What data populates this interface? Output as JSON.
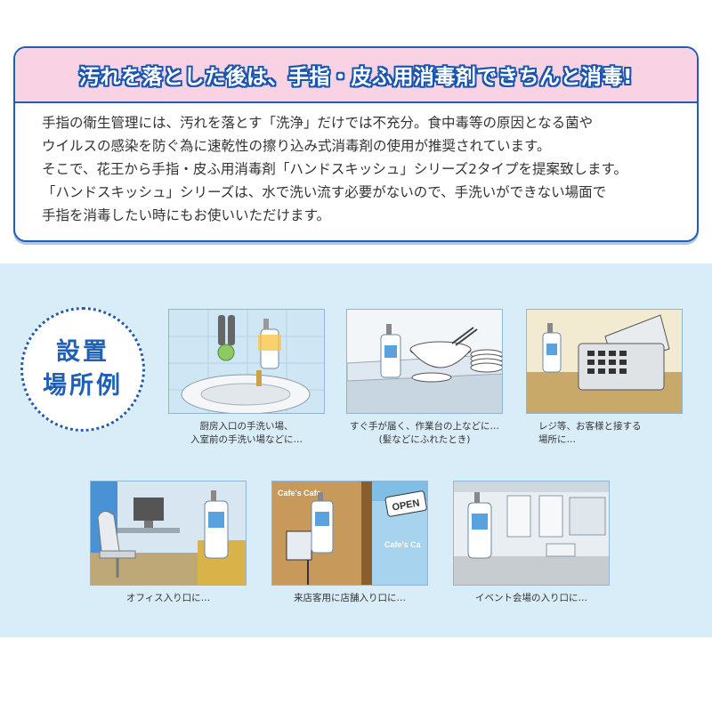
{
  "title": "汚れを落とした後は、手指・皮ふ用消毒剤できちんと消毒!",
  "body_lines": [
    "手指の衛生管理には、汚れを落とす「洗浄」だけでは不充分。食中毒等の原因となる菌や",
    "ウイルスの感染を防ぐ為に速乾性の擦り込み式消毒剤の使用が推奨されています。",
    "そこで、花王から手指・皮ふ用消毒剤「ハンドスキッシュ」シリーズ2タイプを提案致します。",
    "「ハンドスキッシュ」シリーズは、水で洗い流す必要がないので、手洗いができない場面で",
    "手指を消毒したい時にもお使いいただけます。"
  ],
  "badge": {
    "line1": "設置",
    "line2": "場所例"
  },
  "scenes": [
    {
      "caption_lines": [
        "厨房入口の手洗い場、",
        "入室前の手洗い場などに…"
      ]
    },
    {
      "caption_lines": [
        "すぐ手が届く、作業台の上などに…",
        "(髪などにふれたとき)"
      ]
    },
    {
      "caption_lines": [
        "レジ等、お客様と接する",
        "場所に…"
      ]
    },
    {
      "caption_lines": [
        "オフィス入り口に…"
      ]
    },
    {
      "caption_lines": [
        "来店客用に店舗入り口に…"
      ],
      "cafe_sign": "Cafe's Cafe",
      "cafe_sign2": "Cafe's Ca",
      "open_sign": "OPEN"
    },
    {
      "caption_lines": [
        "イベント会場の入り口に…"
      ]
    }
  ],
  "colors": {
    "accent": "#1f5fb5",
    "title_band": "#f9d3e3",
    "sky": "#d9edf9"
  }
}
